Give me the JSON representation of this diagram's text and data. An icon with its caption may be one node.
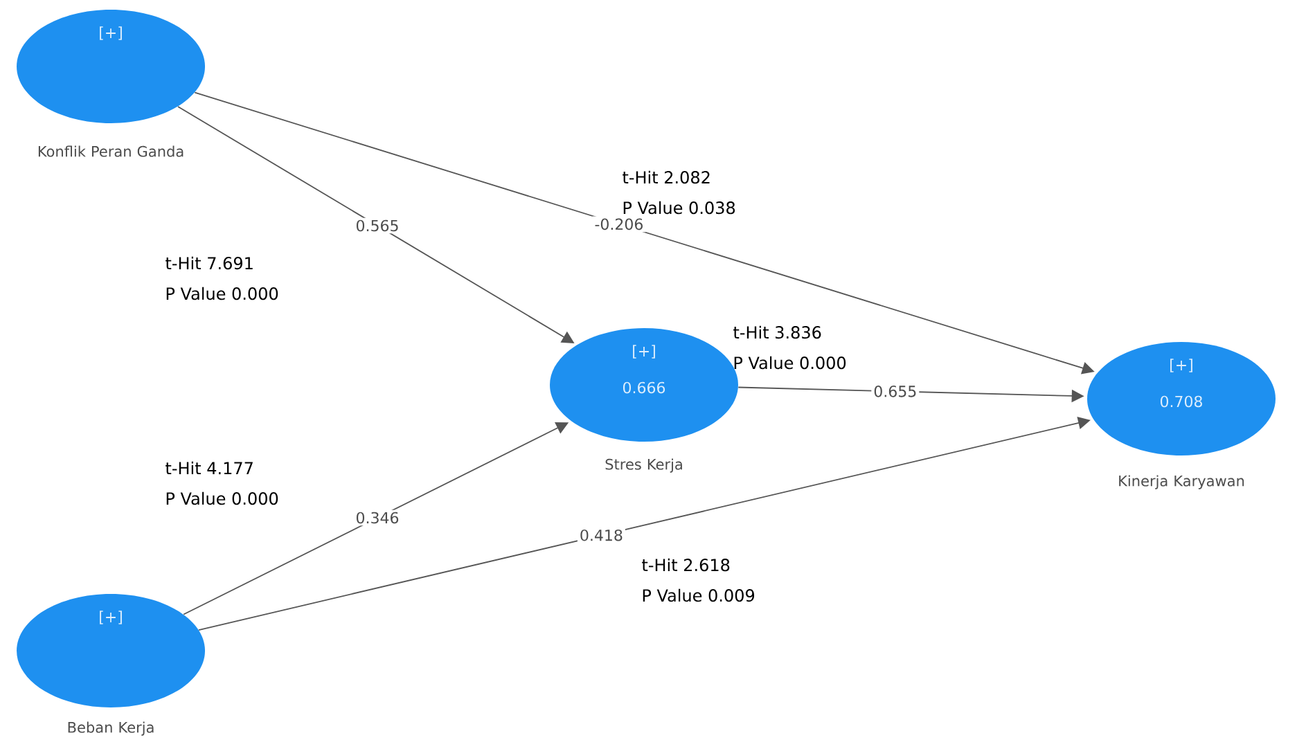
{
  "diagram": {
    "nodes": [
      {
        "text": [
          "[+]",
          "Konflik Peran Ganda"
        ]
      },
      {
        "text": [
          "[+]",
          "0.666",
          "Stres Kerja"
        ]
      },
      {
        "text": [
          "[+]",
          "0.708",
          "Kinerja Karyawan"
        ]
      },
      {
        "text": [
          "[+]",
          "Beban Kerja"
        ]
      }
    ],
    "edges": [
      {
        "from": 0,
        "to": 1,
        "arrow": "to",
        "label": "0.565"
      },
      {
        "from": 0,
        "to": 2,
        "arrow": "to",
        "label": "-0.206"
      },
      {
        "from": 1,
        "to": 2,
        "arrow": "to",
        "label": "0.655"
      },
      {
        "from": 3,
        "to": 1,
        "arrow": "to",
        "label": "0.346"
      },
      {
        "from": 3,
        "to": 2,
        "arrow": "to",
        "label": "0.418"
      }
    ],
    "labels": [
      "t-Hit 2.082",
      "P Value 0.038",
      "t-Hit 7.691",
      "P Value 0.000",
      "t-Hit 3.836",
      "P Value 0.000",
      "t-Hit 4.177",
      "P Value 0.000",
      "t-Hit 2.618",
      "P Value 0.009"
    ]
  }
}
